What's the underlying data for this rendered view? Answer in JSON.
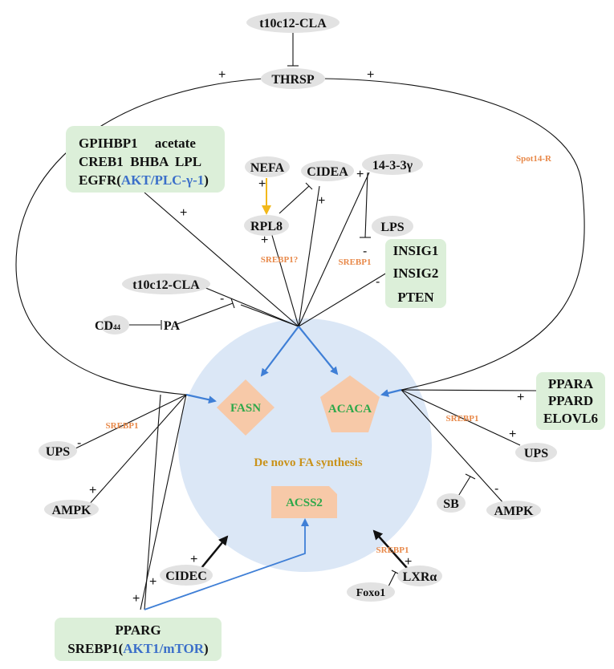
{
  "center": {
    "title": "De novo FA synthesis"
  },
  "enzymes": {
    "fasn": "FASN",
    "acaca": "ACACA",
    "acss2": "ACSS2"
  },
  "nodes": {
    "t10c12_top": "t10c12-CLA",
    "thrsp": "THRSP",
    "nefa": "NEFA",
    "cidea": "CIDEA",
    "p1433": "14-3-3γ",
    "rpl8": "RPL8",
    "lps": "LPS",
    "t10c12_left": "t10c12-CLA",
    "cd44_main": "CD",
    "cd44_sub": "44",
    "pa": "PA",
    "ups_left": "UPS",
    "ampk_left": "AMPK",
    "cidec": "CIDEC",
    "foxo1": "Foxo1",
    "lxra": "LXRα",
    "sb": "SB",
    "ampk_right": "AMPK",
    "ups_right": "UPS"
  },
  "boxes": {
    "top_left": {
      "line1": "GPIHBP1     acetate",
      "line2": "CREB1  BHBA  LPL",
      "line3_a": "EGFR(",
      "line3_b": "AKT/PLC-γ-1",
      "line3_c": ")"
    },
    "insig": [
      "INSIG1",
      "INSIG2",
      "PTEN"
    ],
    "ppar": [
      "PPARA",
      "PPARD",
      "ELOVL6"
    ],
    "bottom": {
      "line1": "PPARG",
      "line2_a": "SREBP1(",
      "line2_b": "AKT1/mTOR",
      "line2_c": ")"
    }
  },
  "annotations": {
    "spot14r": "Spot14-R",
    "srebp1_q": "SREBP1?",
    "srebp1_mid": "SREBP1",
    "srebp1_left": "SREBP1",
    "srebp1_right": "SREBP1",
    "srebp1_bottom": "SREBP1"
  },
  "signs": {
    "plus": "+",
    "minus": "-"
  },
  "colors": {
    "circle": "#dbe7f6",
    "box_green": "#dcefd9",
    "node_grey": "#e2e2e2",
    "enzyme_fill": "#f7c9a8",
    "arrow_blue": "#3f7fd6",
    "arrow_yellow": "#f2b81a",
    "text_orange": "#e8894a",
    "text_blue": "#3b6fc9"
  }
}
